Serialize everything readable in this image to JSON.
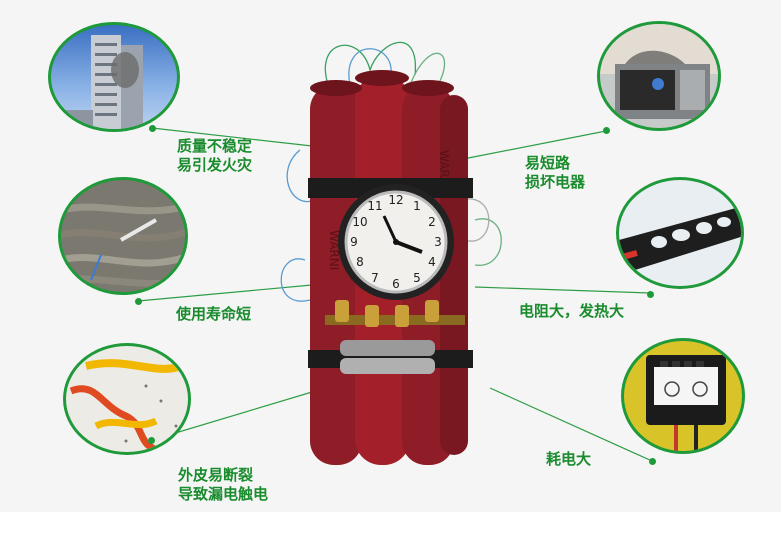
{
  "labels": {
    "building": "质量不稳定\n易引发火灾",
    "microwave": "易短路\n损坏电器",
    "cables": "使用寿命短",
    "burnt_pipe": "电阻大，发热大",
    "wires": "外皮易断裂\n导致漏电触电",
    "meter": "耗电大"
  },
  "colors": {
    "accent": "#1f9a3a",
    "label_text": "#1a8c2e",
    "dynamite_red": "#a3202a"
  }
}
